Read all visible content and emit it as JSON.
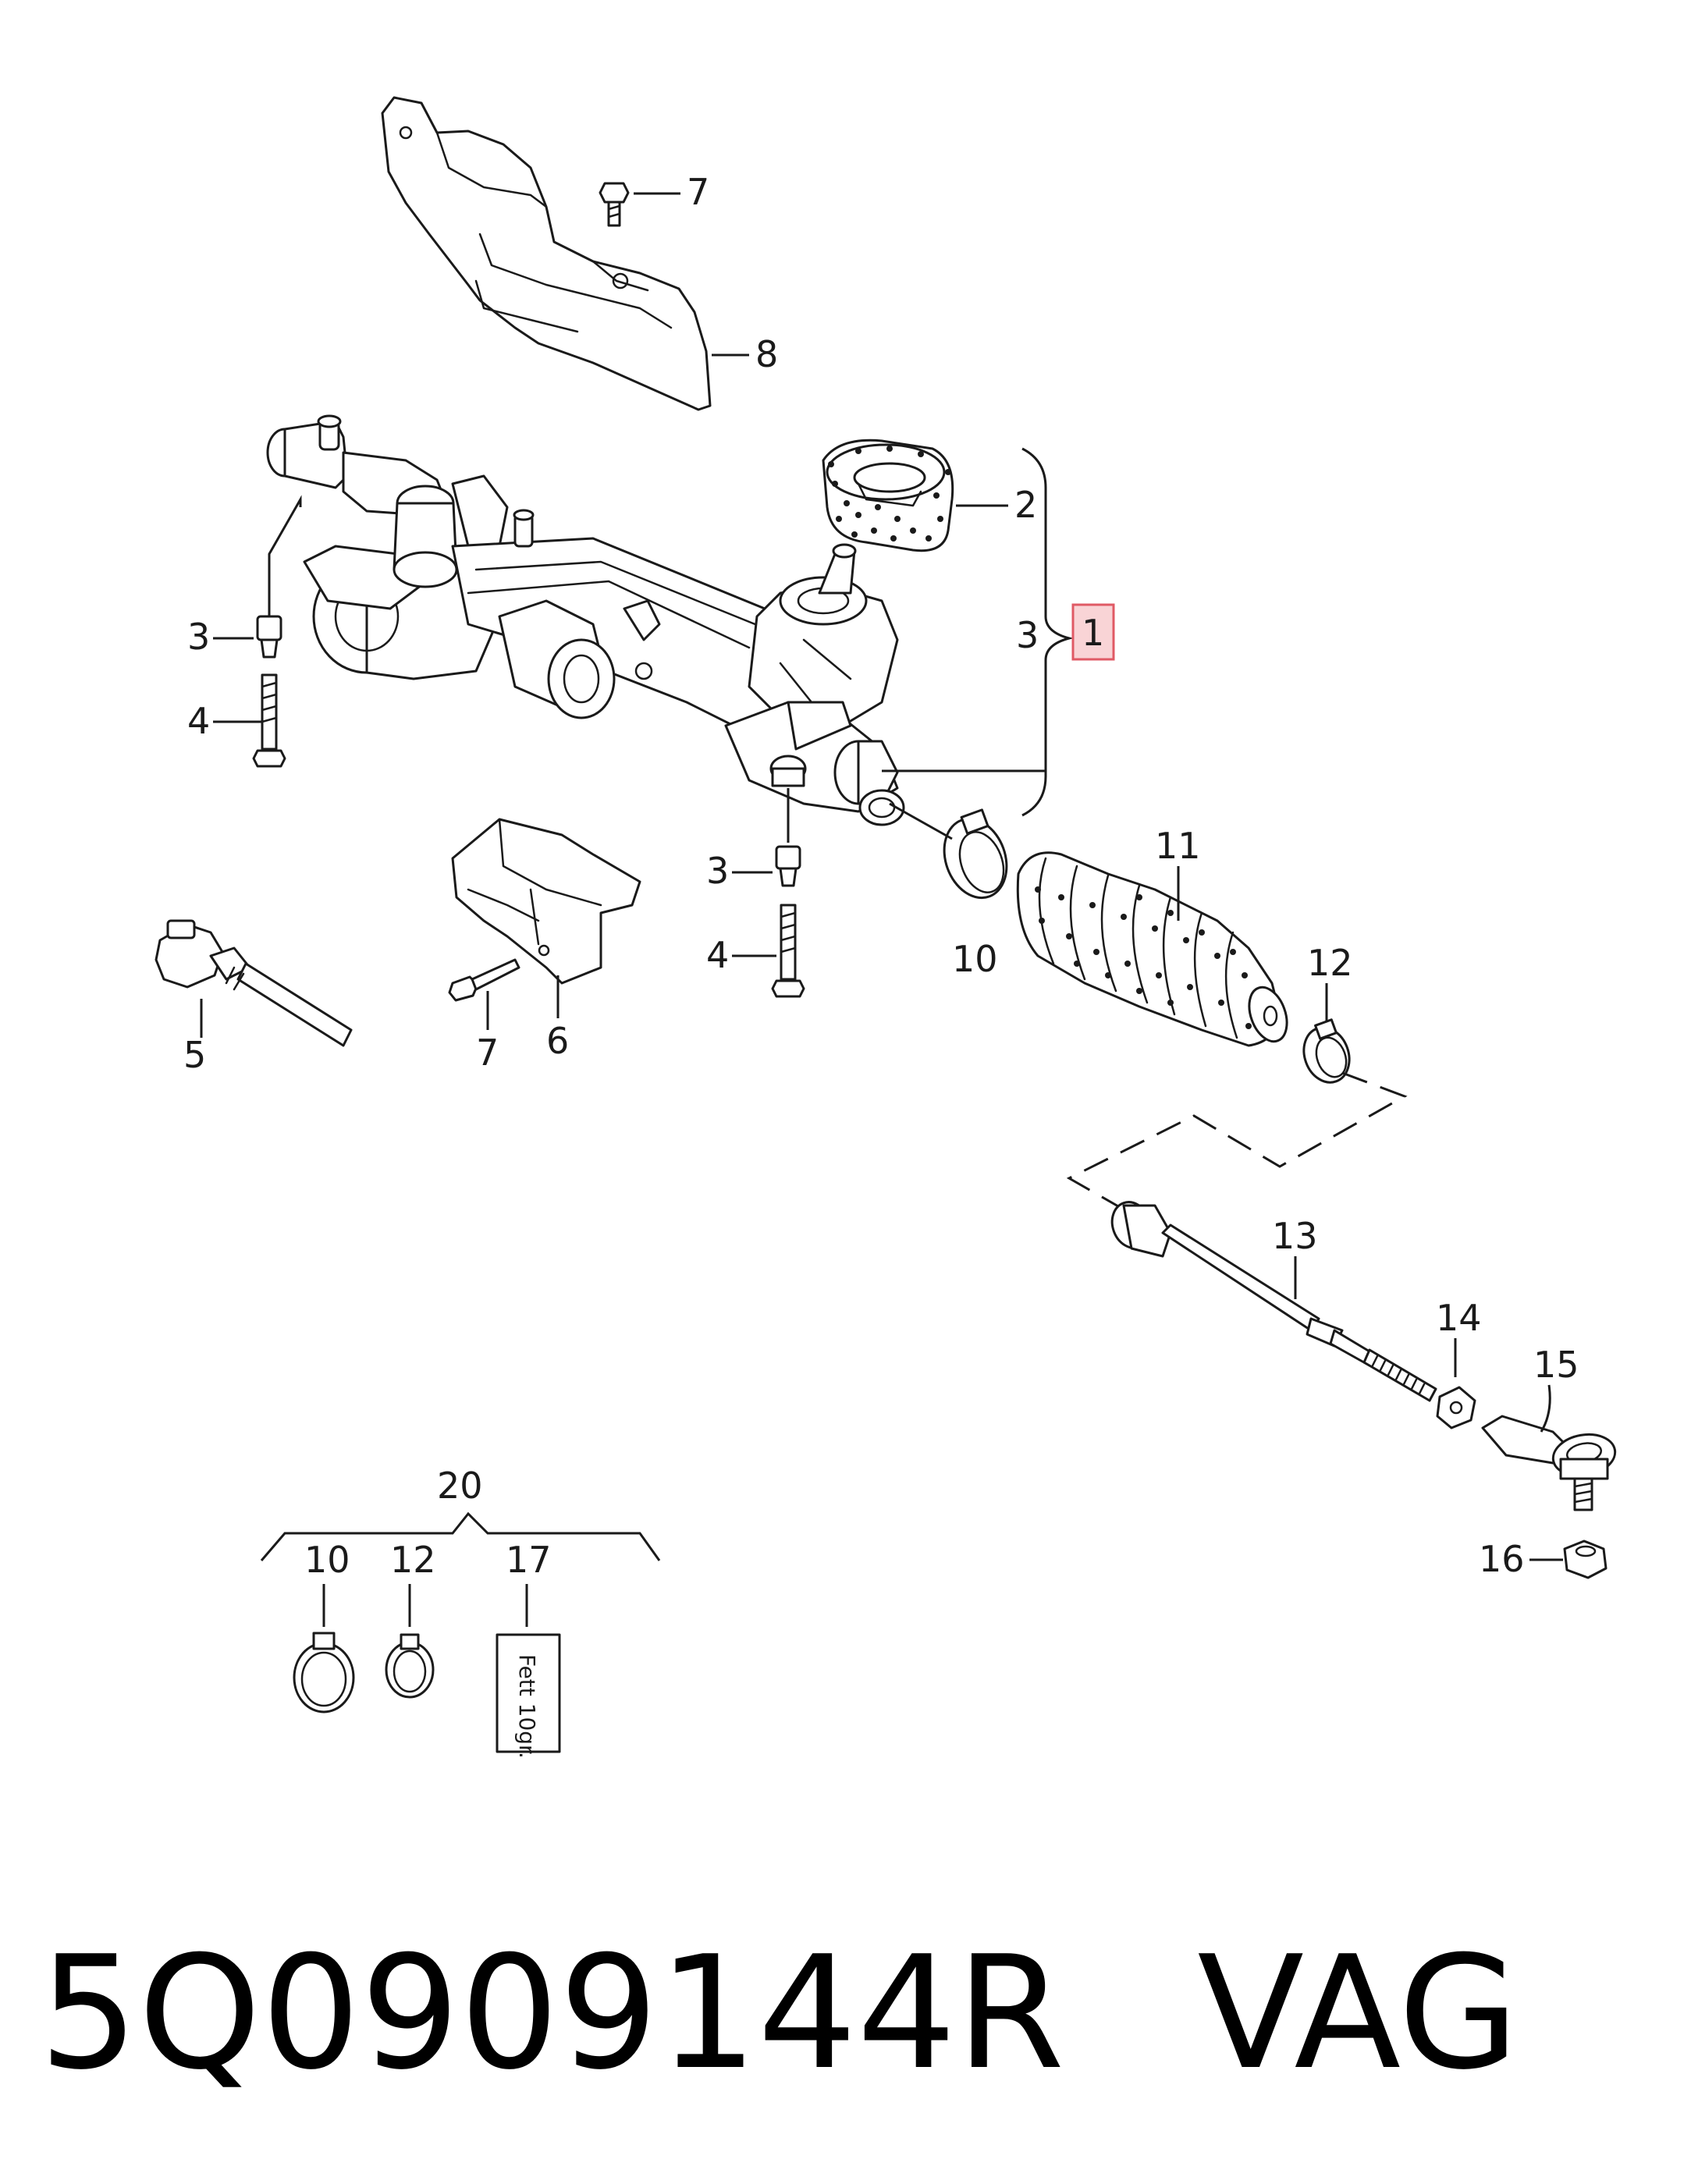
{
  "callouts": {
    "c1": "1",
    "c2": "2",
    "c3a": "3",
    "c3b": "3",
    "c3c": "3",
    "c4a": "4",
    "c4b": "4",
    "c5": "5",
    "c6": "6",
    "c7a": "7",
    "c7b": "7",
    "c8": "8",
    "c10a": "10",
    "c10b": "10",
    "c11": "11",
    "c12a": "12",
    "c12b": "12",
    "c13": "13",
    "c14": "14",
    "c15": "15",
    "c16": "16",
    "c17": "17",
    "c20": "20"
  },
  "grease_label": "Fett 10gr.",
  "footer": {
    "part_number": "5Q0909144R",
    "brand": "VAG"
  },
  "colors": {
    "highlight_fill": "#f9d4d6",
    "highlight_stroke": "#e05a65",
    "line": "#1a1a1a"
  }
}
